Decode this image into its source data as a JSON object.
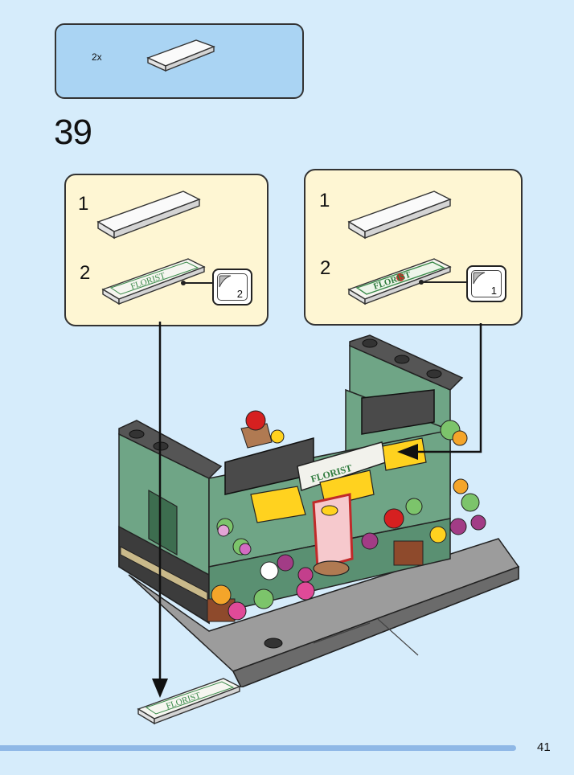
{
  "parts_box": {
    "quantity": "2x"
  },
  "step": {
    "number": "39"
  },
  "left_box": {
    "sub1_label": "1",
    "sub2_label": "2",
    "sticker_number": "2",
    "sticker_text": "FLORIST"
  },
  "right_box": {
    "sub1_label": "1",
    "sub2_label": "2",
    "sticker_number": "1",
    "sticker_text": "FLORIST"
  },
  "model": {
    "sign_text": "FLORIST"
  },
  "bottom_tile": {
    "sticker_text": "FLORIST"
  },
  "page": {
    "number": "41"
  },
  "colors": {
    "background": "#d6ecfb",
    "parts_box": "#aad4f3",
    "sub_box": "#fef6d3",
    "building_green": "#6fa586",
    "progress_bar": "#8fb8e6"
  }
}
